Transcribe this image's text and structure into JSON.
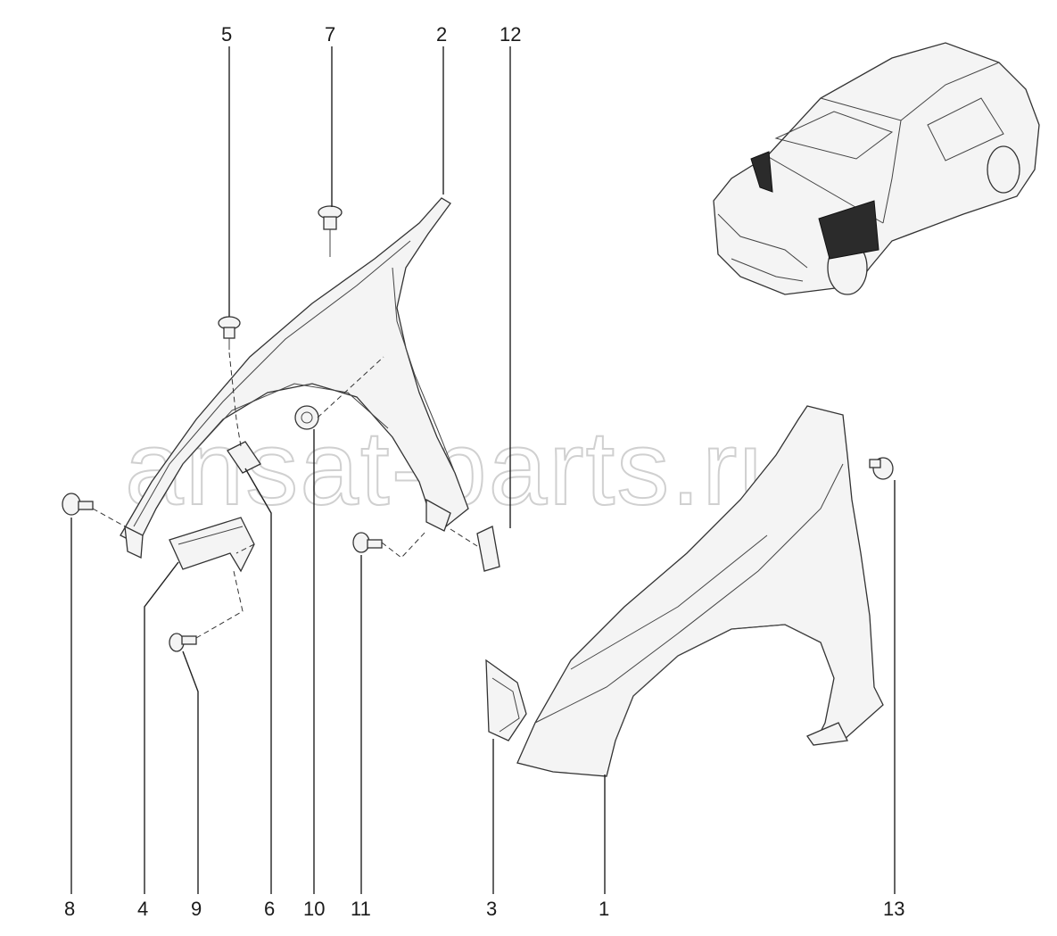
{
  "watermark": "ansat-parts.ru",
  "callouts": [
    "1",
    "2",
    "3",
    "4",
    "5",
    "6",
    "7",
    "8",
    "9",
    "10",
    "11",
    "12",
    "13"
  ],
  "colors": {
    "line": "#333333",
    "text": "#1a1a1a",
    "watermark": "#d0d0d0",
    "highlight": "#2b2b2b"
  }
}
